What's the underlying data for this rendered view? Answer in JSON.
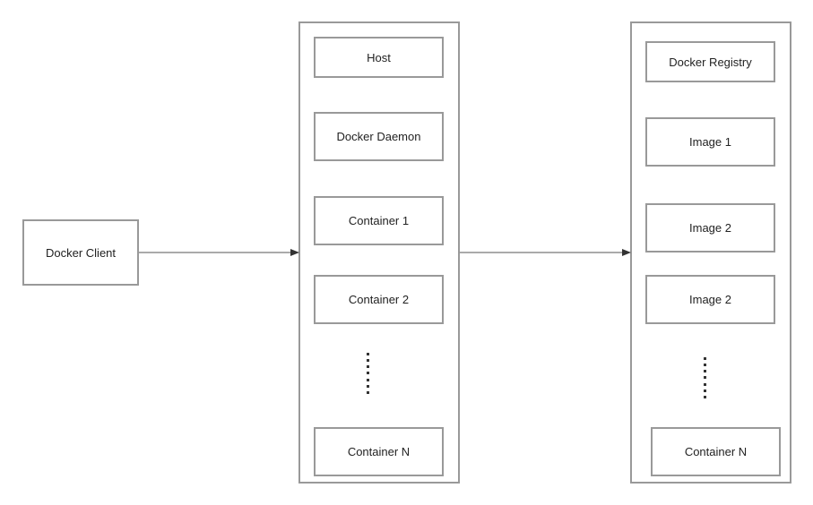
{
  "client": {
    "label": "Docker Client"
  },
  "host_group": {
    "items": [
      "Host",
      "Docker Daemon",
      "Container 1",
      "Container 2",
      "Container N"
    ]
  },
  "registry_group": {
    "items": [
      "Docker Registry",
      "Image 1",
      "Image 2",
      "Image 2",
      "Container N"
    ]
  },
  "colors": {
    "border": "#999999",
    "line": "#555555",
    "text": "#222222",
    "background": "#ffffff"
  }
}
